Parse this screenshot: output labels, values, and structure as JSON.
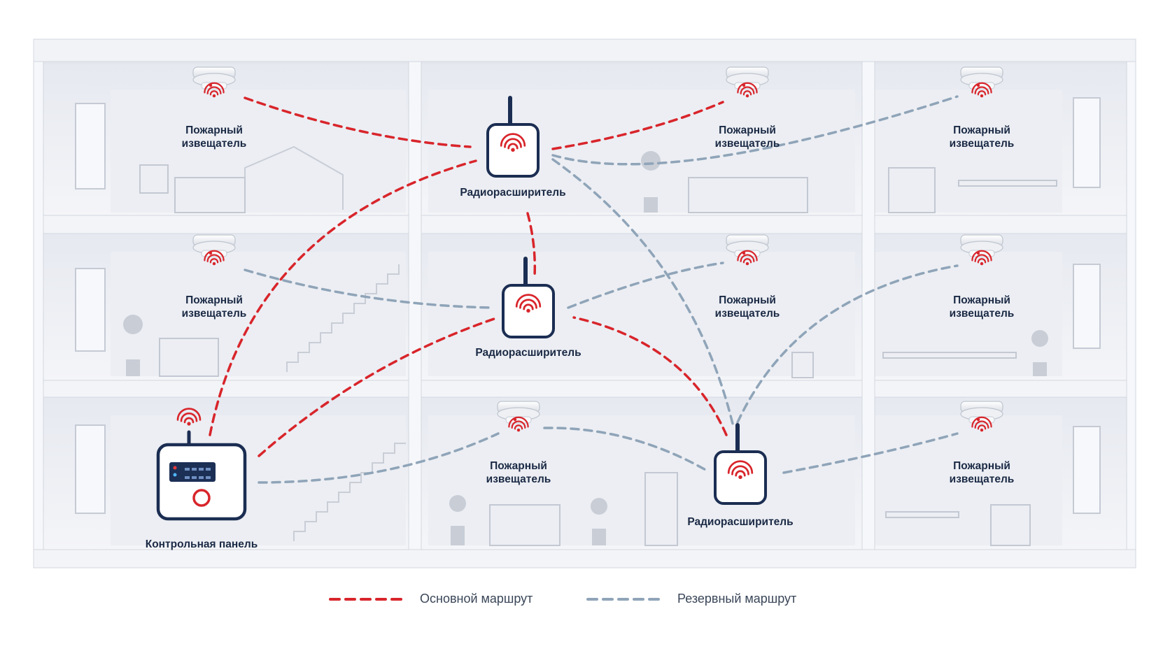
{
  "labels": {
    "detector_line1": "Пожарный",
    "detector_line2": "извещатель",
    "repeater": "Радиорасширитель",
    "control_panel": "Контрольная панель"
  },
  "legend": {
    "primary": "Основной маршрут",
    "backup": "Резервный маршрут"
  },
  "colors": {
    "primary_route": "#d8252b",
    "backup_route": "#8fa4b8",
    "device_outline": "#1b2d52",
    "signal": "#d8252b",
    "building": "#eef0f5"
  },
  "icons": [
    "smoke-detector-icon",
    "radio-repeater-icon",
    "control-panel-icon",
    "signal-icon"
  ]
}
